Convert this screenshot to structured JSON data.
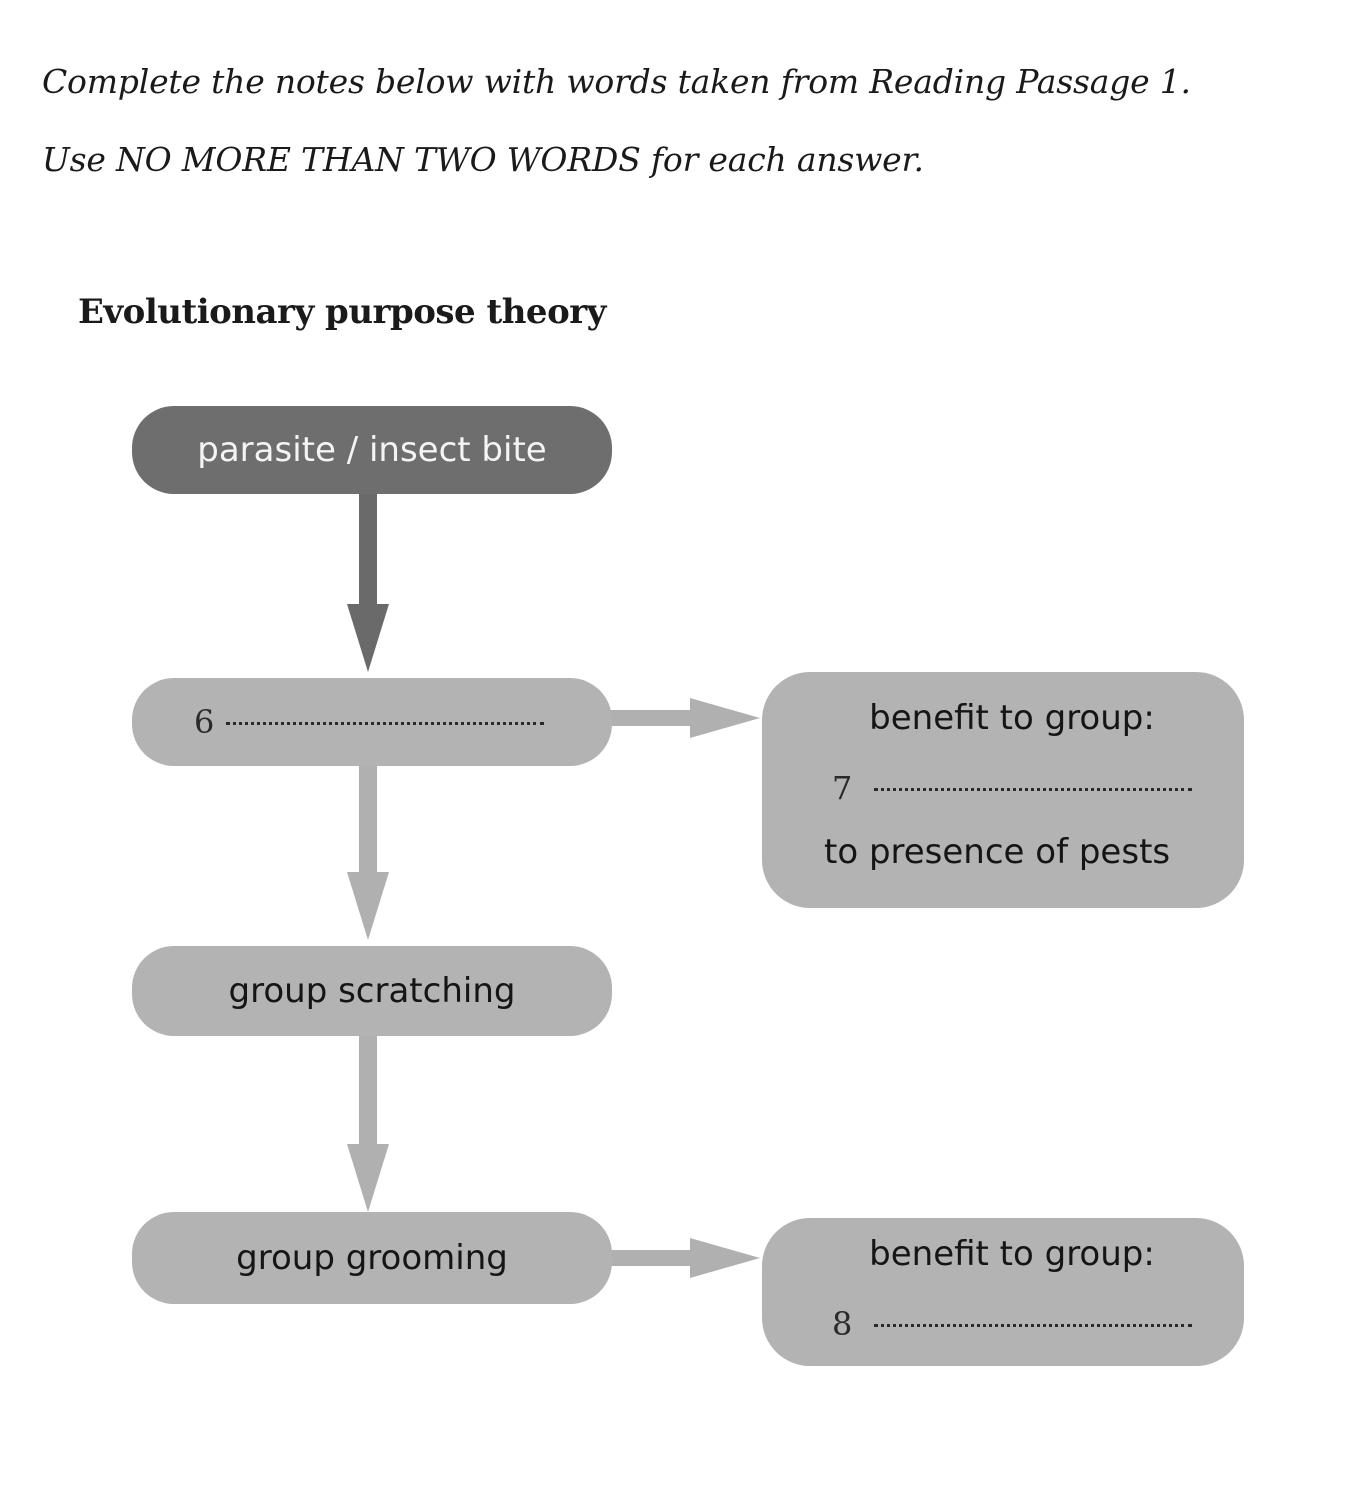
{
  "instructions": {
    "line1": "Complete the notes below with words taken from Reading Passage 1.",
    "line2": "Use NO MORE THAN TWO WORDS for each answer."
  },
  "heading": "Evolutionary purpose theory",
  "flowchart": {
    "start": "parasite / insect bite",
    "gap6": {
      "number": "6"
    },
    "step_scratching": "group scratching",
    "step_grooming": "group grooming",
    "benefit_a": {
      "title": "benefit to group:",
      "gap_number": "7",
      "tail": "to presence of pests"
    },
    "benefit_b": {
      "title": "benefit to group:",
      "gap_number": "8"
    }
  },
  "colors": {
    "dark_box": "#6e6e6e",
    "light_box": "#b3b3b3",
    "dark_arrow": "#6a6a6a",
    "light_arrow": "#b0b0b0"
  }
}
